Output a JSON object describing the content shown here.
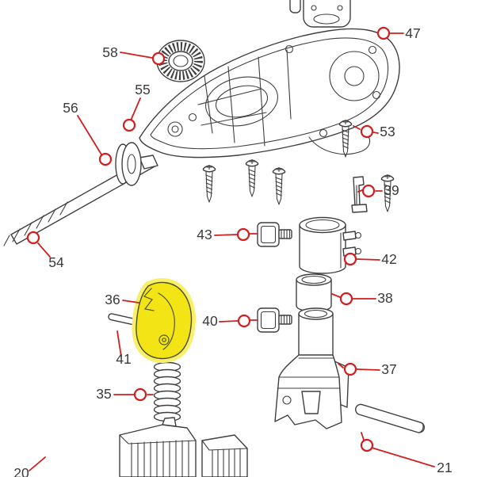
{
  "diagram": {
    "type": "exploded-parts-diagram",
    "description": "Trolling motor control head, shaft and bracket exploded parts view",
    "highlighted_part": "36",
    "colors": {
      "background": "#ffffff",
      "line": "#3f3f3f",
      "callout": "#cf1f1f",
      "label": "#3a3a3a",
      "highlight": "#f3e515",
      "halo": "#f8f06a"
    },
    "callouts": [
      {
        "part": "motor-end-ring",
        "label": "58"
      },
      {
        "part": "housing-tip-fastener",
        "label": "55"
      },
      {
        "part": "motor-end-cap",
        "label": "56"
      },
      {
        "part": "main-shaft",
        "label": "54"
      },
      {
        "part": "control-head-housing",
        "label": "47"
      },
      {
        "part": "housing-screw",
        "label": "53"
      },
      {
        "part": "retainer-clip",
        "label": "39"
      },
      {
        "part": "clamp-knob-upper",
        "label": "43"
      },
      {
        "part": "clamp-collar",
        "label": "42"
      },
      {
        "part": "shaft-bushing",
        "label": "38"
      },
      {
        "part": "clamp-knob-lower",
        "label": "40"
      },
      {
        "part": "latch-lever",
        "label": "36",
        "highlighted": true
      },
      {
        "part": "latch-pin",
        "label": "41"
      },
      {
        "part": "latch-spring",
        "label": "35"
      },
      {
        "part": "bracket-column",
        "label": "37"
      },
      {
        "part": "roller-pin",
        "label": "21"
      },
      {
        "part": "bracket-base",
        "label": "20"
      }
    ]
  }
}
